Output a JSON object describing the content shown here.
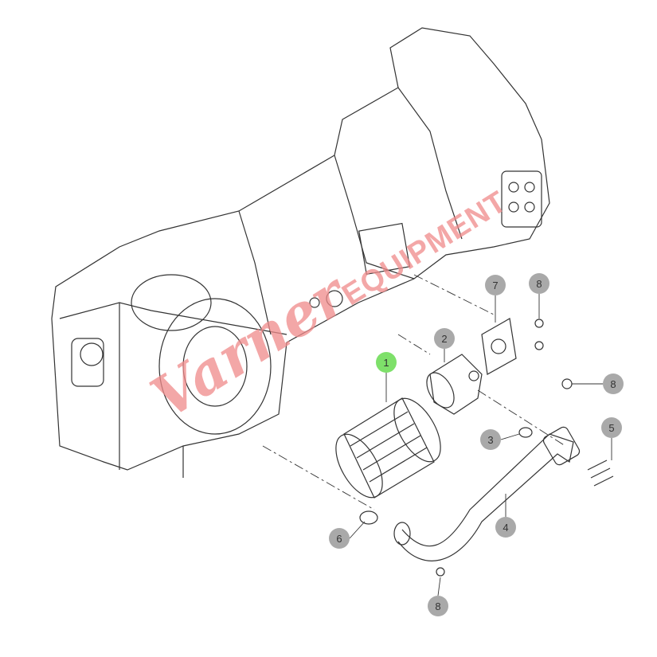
{
  "diagram": {
    "callouts": [
      {
        "id": "c1",
        "label": "1",
        "active": true
      },
      {
        "id": "c2",
        "label": "2"
      },
      {
        "id": "c7",
        "label": "7"
      },
      {
        "id": "c8a",
        "label": "8"
      },
      {
        "id": "c8b",
        "label": "8"
      },
      {
        "id": "c5",
        "label": "5"
      },
      {
        "id": "c3",
        "label": "3"
      },
      {
        "id": "c4",
        "label": "4"
      },
      {
        "id": "c6",
        "label": "6"
      },
      {
        "id": "c8c",
        "label": "8"
      }
    ],
    "watermark": {
      "script": "Varner",
      "block": "EQUIPMENT"
    },
    "colors": {
      "active": "#7ee06a",
      "inactive": "#a9a9a9",
      "watermark": "#f08a8a",
      "line": "#333333"
    }
  }
}
